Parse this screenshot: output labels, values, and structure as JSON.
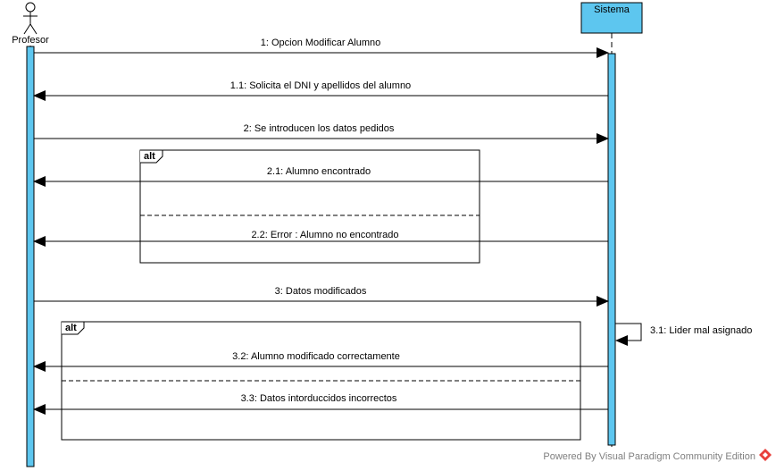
{
  "participants": {
    "actor": {
      "name": "Profesor"
    },
    "system": {
      "name": "Sistema"
    }
  },
  "messages": {
    "m1": "1: Opcion Modificar Alumno",
    "m1_1": "1.1: Solicita el DNI y apellidos del alumno",
    "m2": "2: Se introducen los datos pedidos",
    "m2_1": "2.1: Alumno encontrado",
    "m2_2": "2.2: Error : Alumno no encontrado",
    "m3": "3: Datos modificados",
    "m3_1": "3.1: Lider mal asignado",
    "m3_2": "3.2: Alumno modificado correctamente",
    "m3_3": "3.3: Datos intorduccidos incorrectos"
  },
  "fragments": {
    "alt1": {
      "operator": "alt"
    },
    "alt2": {
      "operator": "alt"
    }
  },
  "watermark": {
    "text": "Powered By Visual Paradigm Community Edition"
  },
  "colors": {
    "lifeline_fill": "#5dc6ef",
    "line": "#000000",
    "watermark": "#808080",
    "logo_red": "#e8403c"
  }
}
